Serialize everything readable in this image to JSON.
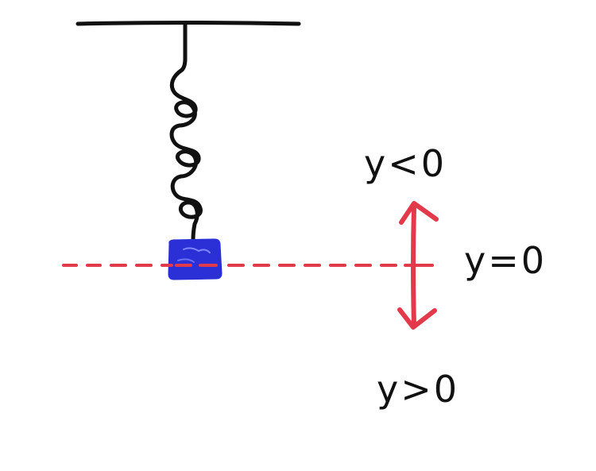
{
  "labels": {
    "up": "y<0",
    "zero": "y=0",
    "down": "y>0"
  },
  "colors": {
    "ink": "#111111",
    "axis": "#e2394b",
    "mass": "#2b2fd6",
    "background": "#ffffff"
  },
  "icons": {
    "support": "ceiling-line",
    "spring": "coil-spring-icon",
    "mass": "block-mass-icon",
    "arrow": "double-headed-arrow-icon"
  }
}
